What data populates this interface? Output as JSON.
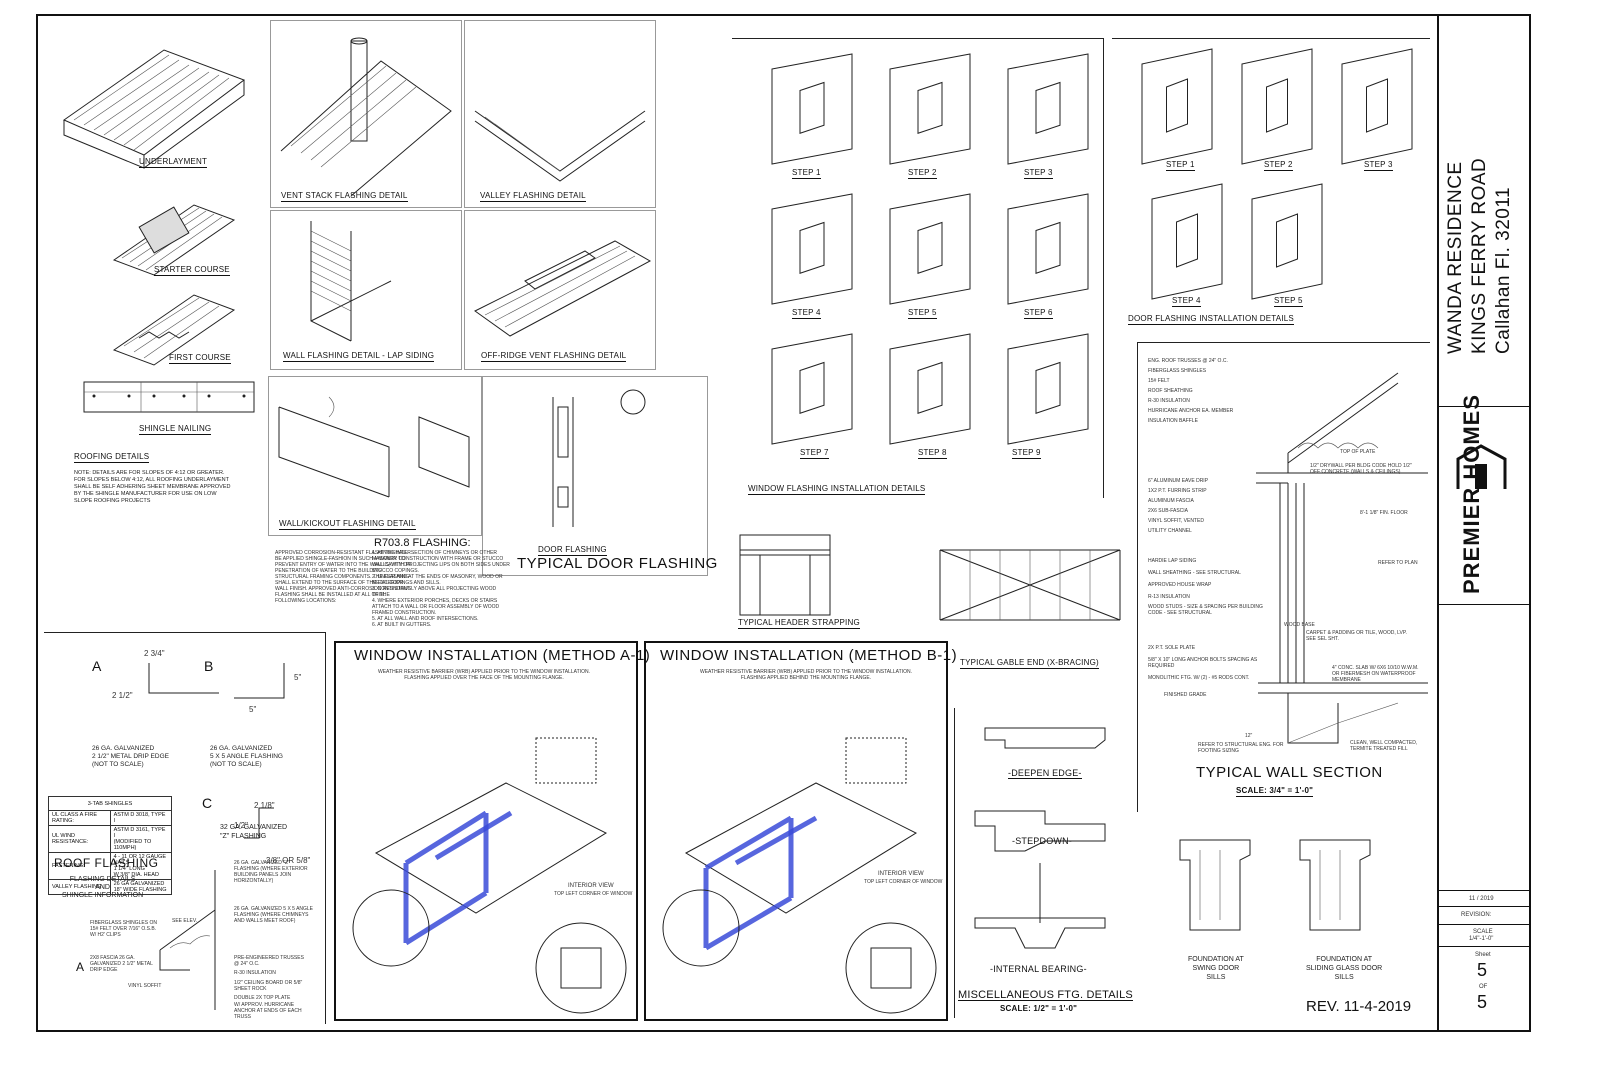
{
  "title_block": {
    "project": "WANDA RESIDENCE",
    "address": "KINGS FERRY ROAD",
    "city": "Callahan Fl. 32011",
    "company_logo": "PREMIER HOMES",
    "date": "11 / 2019",
    "revision_label": "REVISION:",
    "scale_label": "SCALE",
    "scale_value": "1/4\"-1'-0\"",
    "sheet_label": "Sheet",
    "sheet_number": "5",
    "of_label": "OF",
    "sheet_total": "5"
  },
  "revision_stamp": "REV. 11-4-2019",
  "details": {
    "underlayment": "UNDERLAYMENT",
    "starter_course": "STARTER COURSE",
    "first_course": "FIRST COURSE",
    "shingle_nailing": "SHINGLE NAILING",
    "roofing_details": "ROOFING DETAILS",
    "roofing_note": "NOTE: DETAILS ARE FOR SLOPES OF 4:12 OR GREATER.\nFOR SLOPES BELOW 4:12, ALL ROOFING UNDERLAYMENT\nSHALL BE SELF ADHERING SHEET MEMBRANE APPROVED\nBY THE SHINGLE MANUFACTURER FOR USE ON LOW\nSLOPE ROOFING PROJECTS",
    "vent_stack": "VENT STACK FLASHING DETAIL",
    "valley": "VALLEY FLASHING DETAIL",
    "wall_lap": "WALL FLASHING DETAIL - LAP SIDING",
    "off_ridge": "OFF-RIDGE VENT FLASHING DETAIL",
    "wall_kickout": "WALL/KICKOUT FLASHING DETAIL",
    "door_flashing": "DOOR FLASHING",
    "typical_door": "TYPICAL DOOR FLASHING",
    "window_flashing": "WINDOW FLASHING INSTALLATION DETAILS",
    "door_flashing_install": "DOOR FLASHING INSTALLATION DETAILS",
    "typical_header": "TYPICAL HEADER STRAPPING",
    "gable_end": "TYPICAL GABLE END (X-BRACING)",
    "typical_wall_section": "TYPICAL WALL SECTION",
    "typical_wall_scale": "SCALE: 3/4\" = 1'-0\"",
    "misc_ftg": "MISCELLANEOUS FTG. DETAILS",
    "misc_ftg_scale": "SCALE: 1/2\" = 1'-0\"",
    "deepen_edge": "-DEEPEN EDGE-",
    "stepdown": "-STEPDOWN-",
    "internal_bearing": "-INTERNAL BEARING-",
    "foundation_swing": "FOUNDATION AT\nSWING DOOR\nSILLS",
    "foundation_sliding": "FOUNDATION AT\nSLIDING GLASS DOOR\nSILLS",
    "window_a1": "WINDOW INSTALLATION (METHOD A-1)",
    "window_b1": "WINDOW INSTALLATION (METHOD B-1)",
    "window_a1_sub": "WEATHER RESISTIVE BARRIER (WRB) APPLIED PRIOR TO THE WINDOW INSTALLATION.\nFLASHING APPLIED OVER THE FACE OF THE MOUNTING FLANGE.",
    "window_b1_sub": "WEATHER RESISTIVE BARRIER (WRB) APPLIED PRIOR TO THE WINDOW INSTALLATION.\nFLASHING APPLIED BEHIND THE MOUNTING FLANGE.",
    "interior_view": "INTERIOR VIEW",
    "interior_view_sub": "TOP LEFT CORNER OF WINDOW",
    "roof_flashing": "ROOF FLASHING",
    "roof_flashing_sub": "FLASHING DETAILS\nand\nSHINGLE INFORMATION",
    "r703": "R703.8 FLASHING:",
    "r703_left": "APPROVED CORROSION-RESISTANT FLASHING SHALL\nBE APPLIED SHINGLE-FASHION IN SUCH A MANOR TO\nPREVENT ENTRY OF WATER INTO THE WALL CAVITY OR\nPENETRATION OF WATER TO THE BUILDING\nSTRUCTURAL FRAMING COMPONENTS. THE FLASHING\nSHALL EXTEND TO THE SURFACE OF THE EXTERIOR\nWALL FINISH. APPROVED ANTI-CORROSION RESISTANT\nFLASHING SHALL BE INSTALLED AT ALL OF THE\nFOLLOWING LOCATIONS:",
    "r703_right": "1. AT THE INTERSECTION OF CHIMNEYS OR OTHER\nMASONRY CONSTRUCTION WITH FRAME OR STUCCO\nWALLS, WITH PROJECTING LIPS ON BOTH SIDES UNDER\nSTUCCO COPINGS.\n2. UNDER AND AT THE ENDS OF MASONRY, WOOD OR\nMETAL COPINGS AND SILLS.\n3. CONTINUOUSLY ABOVE ALL PROJECTING WOOD\nTRIM.\n4. WHERE EXTERIOR PORCHES, DECKS OR STAIRS\nATTACH TO A WALL OR FLOOR ASSEMBLY OF WOOD\nFRAMED CONSTRUCTION.\n5. AT ALL WALL AND ROOF INTERSECTIONS.\n6. AT BUILT IN GUTTERS."
  },
  "steps_window": [
    "STEP 1",
    "STEP 2",
    "STEP 3",
    "STEP 4",
    "STEP 5",
    "STEP 6",
    "STEP 7",
    "STEP 8",
    "STEP 9"
  ],
  "steps_door": [
    "STEP 1",
    "STEP 2",
    "STEP 3",
    "STEP 4",
    "STEP 5"
  ],
  "drip_edges": {
    "a_label": "A",
    "a_dim_top": "2 3/4\"",
    "a_dim_side": "2 1/2\"",
    "a_desc": "26 GA. GALVANIZED\n2 1/2\" METAL DRIP EDGE\n(NOT TO SCALE)",
    "b_label": "B",
    "b_dim_side": "5\"",
    "b_dim_bottom": "5\"",
    "b_desc": "26 GA. GALVANIZED\n5 X 5 ANGLE FLASHING\n(NOT TO SCALE)",
    "c_label": "C",
    "c_dim_1": "2 1/8\"",
    "c_dim_2": "1/2\"",
    "c_dim_3": "3/8\" or 5/8\"",
    "c_desc": "32 GA. GALVANIZED\n\"Z\" FLASHING"
  },
  "shingle_table": {
    "header": "3-TAB SHINGLES",
    "rows": [
      [
        "UL CLASS A FIRE RATING:",
        "ASTM D 3018, TYPE I"
      ],
      [
        "UL WIND RESISTANCE:",
        "ASTM D 3161, TYPE I\n(MODIFIED TO 110MPH)"
      ],
      [
        "FASTENING:",
        "4 - 11 or 12 GAUGE NAILS\n1 1/4\" LONG\nw 3/8\" DIA. HEAD"
      ],
      [
        "VALLEY FLASHING:",
        "26 GA GALVANIZED\n18\" WIDE FLASHING"
      ]
    ]
  },
  "wall_section_notes": [
    "ENG. ROOF TRUSSES @ 24\" O.C.",
    "FIBERGLASS SHINGLES",
    "15# FELT",
    "ROOF SHEATHING",
    "R-30 INSULATION",
    "HURRICANE ANCHOR EA. MEMBER",
    "INSULATION BAFFLE",
    "6\" ALUMINUM EAVE DRIP",
    "1X2 P.T. FURRING STRIP",
    "ALUMINUM FASCIA",
    "2X6 SUB-FASCIA",
    "VINYL SOFFIT, VENTED",
    "UTILITY CHANNEL",
    "HARDIE LAP SIDING",
    "WALL SHEATHING - SEE STRUCTURAL",
    "APPROVED HOUSE WRAP",
    "R-13 INSULATION",
    "WOOD STUDS - SIZE & SPACING PER BUILDING CODE - SEE STRUCTURAL",
    "2X P.T. SOLE PLATE",
    "5/8\" x 10\" LONG ANCHOR BOLTS SPACING AS REQUIRED",
    "MONOLITHIC FTG. W/ (2) - #5 RODS CONT.",
    "FINISHED GRADE",
    "REFER TO STRUCTURAL ENG. FOR FOOTING SIZING",
    "TOP OF PLATE",
    "1/2\" DRYWALL PER BLDG CODE HOLD 1/2\" OFF CONCRETE (WALLS & CEILINGS)",
    "CARPET & PADDING OR TILE, WOOD, LVP. SEE SEL SHT.",
    "4\" CONC. SLAB W/ 6X6 10/10 W.W.M. OR FIBERMESH ON WATERPROOF MEMBRANE",
    "CLEAN, WELL COMPACTED, TERMITE TREATED FILL",
    "WOOD BASE",
    "REFER TO PLAN",
    "8'-1 1/8\" FIN. FLOOR",
    "12\""
  ],
  "roof_flashing_callouts": [
    "26 GA. GALVANIZED \"Z\" FLASHING (WHERE EXTERIOR BUILDING PANELS JOIN HORIZONTALLY)",
    "26 GA. GALVANIZED 5 X 5 ANGLE FLASHING (WHERE CHIMNEYS AND WALLS MEET ROOF)",
    "FIBERGLASS SHINGLES ON 15# FELT OVER 7/16\" O.S.B. W/ H2' CLIPS",
    "2X8 FASCIA 26 GA. GALVANIZED 2 1/2\" METAL DRIP EDGE",
    "VINYL SOFFIT",
    "PRE-ENGINEERED TRUSSES @ 24\" O.C.",
    "R-30 INSULATION",
    "1/2\" CEILING BOARD or 5/8\" SHEET ROCK",
    "DOUBLE 2x TOP PLATE",
    "W/ APPROV. HURRICANE ANCHOR AT ENDS OF EACH TRUSS",
    "SEE ELEV."
  ],
  "colors": {
    "ink": "#111111",
    "flashing_blue": "#3a4bd8",
    "paper": "#ffffff"
  }
}
